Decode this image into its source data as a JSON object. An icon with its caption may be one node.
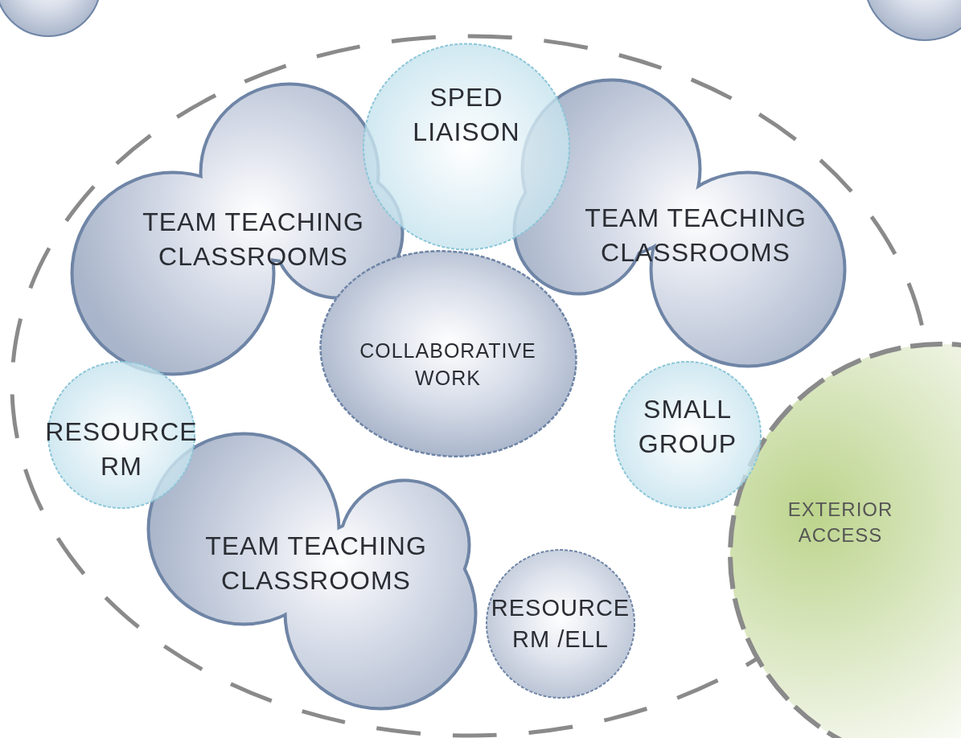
{
  "diagram": {
    "nodes": [
      {
        "text": [
          "SPED LIAISON"
        ]
      },
      {
        "text": [
          "TEAM TEACHING CLASSROOMS"
        ]
      },
      {
        "text": [
          "TEAM TEACHING CLASSROOMS"
        ]
      },
      {
        "text": [
          "COLLABORATIVE WORK"
        ]
      },
      {
        "text": [
          "RESOURCE RM"
        ]
      },
      {
        "text": [
          "SMALL GROUP"
        ]
      },
      {
        "text": [
          "EXTERIOR ACCESS"
        ]
      },
      {
        "text": [
          "TEAM TEACHING CLASSROOMS"
        ]
      },
      {
        "text": [
          "RESOURCE RM /ELL"
        ]
      }
    ]
  }
}
